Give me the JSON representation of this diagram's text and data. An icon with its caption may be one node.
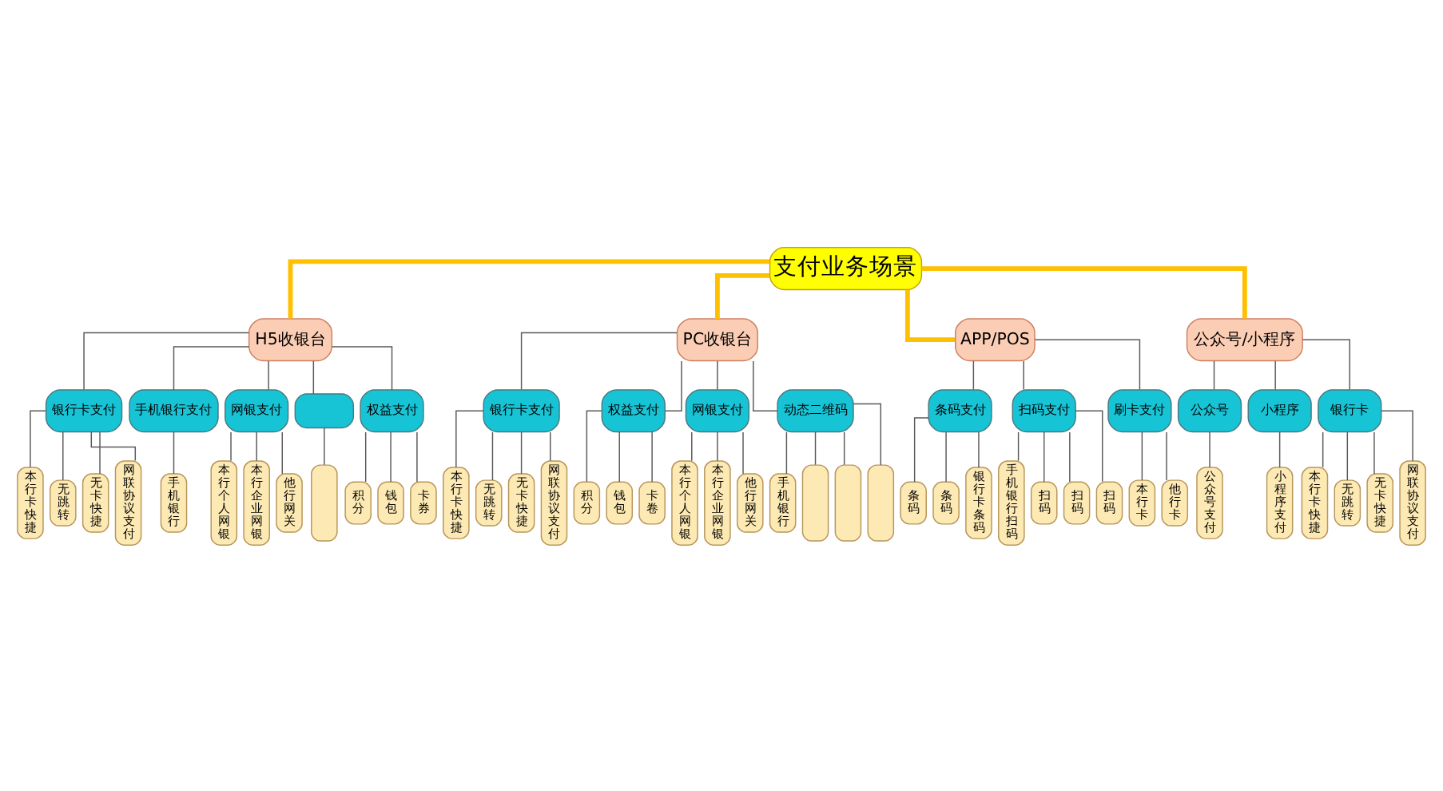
{
  "diagram": {
    "nodes": [
      {
        "text": [
          "支付业务场景"
        ]
      },
      {
        "text": [
          "H5收银台"
        ]
      },
      {
        "text": [
          "银行卡支付"
        ]
      },
      {
        "text": [
          "手机银行支付"
        ]
      },
      {
        "text": [
          "网银支付"
        ]
      },
      {
        "text": [],
        "shape": "box"
      },
      {
        "text": [
          "权益支付"
        ]
      },
      {
        "text": [
          "本行卡快捷"
        ]
      },
      {
        "text": [
          "无跳转"
        ]
      },
      {
        "text": [
          "无卡快捷"
        ]
      },
      {
        "text": [
          "网联协议支付"
        ]
      },
      {
        "text": [
          "手机银行"
        ]
      },
      {
        "text": [
          "本行个人网银"
        ]
      },
      {
        "text": [
          "本行企业网银"
        ]
      },
      {
        "text": [
          "他行网关"
        ]
      },
      {
        "text": [],
        "shape": "box"
      },
      {
        "text": [
          "积分"
        ]
      },
      {
        "text": [
          "钱包"
        ]
      },
      {
        "text": [
          "卡券"
        ]
      },
      {
        "text": [
          "PC收银台"
        ]
      },
      {
        "text": [
          "银行卡支付"
        ]
      },
      {
        "text": [
          "权益支付"
        ]
      },
      {
        "text": [
          "网银支付"
        ]
      },
      {
        "text": [
          "动态二维码"
        ]
      },
      {
        "text": [
          "本行卡快捷"
        ]
      },
      {
        "text": [
          "无跳转"
        ]
      },
      {
        "text": [
          "无卡快捷"
        ]
      },
      {
        "text": [
          "网联协议支付"
        ]
      },
      {
        "text": [
          "积分"
        ]
      },
      {
        "text": [
          "钱包"
        ]
      },
      {
        "text": [
          "卡卷"
        ]
      },
      {
        "text": [
          "本行个人网银"
        ]
      },
      {
        "text": [
          "本行企业网银"
        ]
      },
      {
        "text": [
          "他行网关"
        ]
      },
      {
        "text": [
          "手机银行"
        ]
      },
      {
        "text": [],
        "shape": "box"
      },
      {
        "text": [],
        "shape": "box"
      },
      {
        "text": [],
        "shape": "box"
      },
      {
        "text": [
          "APP/POS"
        ]
      },
      {
        "text": [
          "条码支付"
        ]
      },
      {
        "text": [
          "扫码支付"
        ]
      },
      {
        "text": [
          "刷卡支付"
        ]
      },
      {
        "text": [
          "条码"
        ]
      },
      {
        "text": [
          "条码"
        ]
      },
      {
        "text": [
          "银行卡条码"
        ]
      },
      {
        "text": [
          "手机银行扫码"
        ]
      },
      {
        "text": [
          "扫码"
        ]
      },
      {
        "text": [
          "扫码"
        ]
      },
      {
        "text": [
          "扫码"
        ]
      },
      {
        "text": [
          "本行卡"
        ]
      },
      {
        "text": [
          "他行卡"
        ]
      },
      {
        "text": [
          "公众号/小程序"
        ]
      },
      {
        "text": [
          "公众号"
        ]
      },
      {
        "text": [
          "小程序"
        ]
      },
      {
        "text": [
          "银行卡"
        ]
      },
      {
        "text": [
          "公众号支付"
        ]
      },
      {
        "text": [
          "小程序支付"
        ]
      },
      {
        "text": [
          "本行卡快捷"
        ]
      },
      {
        "text": [
          "无跳转"
        ]
      },
      {
        "text": [
          "无卡快捷"
        ]
      },
      {
        "text": [
          "网联协议支付"
        ]
      }
    ],
    "edges": [
      {
        "from": 0,
        "to": 1,
        "arrow": "none",
        "style": "thick",
        "color": "#ffc000"
      },
      {
        "from": 0,
        "to": 19,
        "arrow": "none",
        "style": "thick",
        "color": "#ffc000"
      },
      {
        "from": 0,
        "to": 38,
        "arrow": "none",
        "style": "thick",
        "color": "#ffc000"
      },
      {
        "from": 0,
        "to": 51,
        "arrow": "none",
        "style": "thick",
        "color": "#ffc000"
      },
      {
        "from": 1,
        "to": 2,
        "arrow": "none"
      },
      {
        "from": 1,
        "to": 3,
        "arrow": "none"
      },
      {
        "from": 1,
        "to": 4,
        "arrow": "none"
      },
      {
        "from": 1,
        "to": 5,
        "arrow": "none"
      },
      {
        "from": 1,
        "to": 6,
        "arrow": "none"
      },
      {
        "from": 2,
        "to": 7,
        "arrow": "none"
      },
      {
        "from": 2,
        "to": 8,
        "arrow": "none"
      },
      {
        "from": 2,
        "to": 9,
        "arrow": "none"
      },
      {
        "from": 2,
        "to": 10,
        "arrow": "none"
      },
      {
        "from": 3,
        "to": 11,
        "arrow": "none"
      },
      {
        "from": 4,
        "to": 12,
        "arrow": "none"
      },
      {
        "from": 4,
        "to": 13,
        "arrow": "none"
      },
      {
        "from": 4,
        "to": 14,
        "arrow": "none"
      },
      {
        "from": 5,
        "to": 15,
        "arrow": "none"
      },
      {
        "from": 6,
        "to": 16,
        "arrow": "none"
      },
      {
        "from": 6,
        "to": 17,
        "arrow": "none"
      },
      {
        "from": 6,
        "to": 18,
        "arrow": "none"
      },
      {
        "from": 19,
        "to": 20,
        "arrow": "none"
      },
      {
        "from": 19,
        "to": 21,
        "arrow": "none"
      },
      {
        "from": 19,
        "to": 22,
        "arrow": "none"
      },
      {
        "from": 19,
        "to": 23,
        "arrow": "none"
      },
      {
        "from": 20,
        "to": 24,
        "arrow": "none"
      },
      {
        "from": 20,
        "to": 25,
        "arrow": "none"
      },
      {
        "from": 20,
        "to": 26,
        "arrow": "none"
      },
      {
        "from": 20,
        "to": 27,
        "arrow": "none"
      },
      {
        "from": 21,
        "to": 28,
        "arrow": "none"
      },
      {
        "from": 21,
        "to": 29,
        "arrow": "none"
      },
      {
        "from": 21,
        "to": 30,
        "arrow": "none"
      },
      {
        "from": 22,
        "to": 31,
        "arrow": "none"
      },
      {
        "from": 22,
        "to": 32,
        "arrow": "none"
      },
      {
        "from": 22,
        "to": 33,
        "arrow": "none"
      },
      {
        "from": 23,
        "to": 34,
        "arrow": "none"
      },
      {
        "from": 23,
        "to": 35,
        "arrow": "none"
      },
      {
        "from": 23,
        "to": 36,
        "arrow": "none"
      },
      {
        "from": 23,
        "to": 37,
        "arrow": "none"
      },
      {
        "from": 38,
        "to": 39,
        "arrow": "none"
      },
      {
        "from": 38,
        "to": 40,
        "arrow": "none"
      },
      {
        "from": 38,
        "to": 41,
        "arrow": "none"
      },
      {
        "from": 39,
        "to": 42,
        "arrow": "none"
      },
      {
        "from": 39,
        "to": 43,
        "arrow": "none"
      },
      {
        "from": 39,
        "to": 44,
        "arrow": "none"
      },
      {
        "from": 40,
        "to": 45,
        "arrow": "none"
      },
      {
        "from": 40,
        "to": 46,
        "arrow": "none"
      },
      {
        "from": 40,
        "to": 47,
        "arrow": "none"
      },
      {
        "from": 40,
        "to": 48,
        "arrow": "none"
      },
      {
        "from": 41,
        "to": 49,
        "arrow": "none"
      },
      {
        "from": 41,
        "to": 50,
        "arrow": "none"
      },
      {
        "from": 51,
        "to": 52,
        "arrow": "none"
      },
      {
        "from": 51,
        "to": 53,
        "arrow": "none"
      },
      {
        "from": 51,
        "to": 54,
        "arrow": "none"
      },
      {
        "from": 52,
        "to": 55,
        "arrow": "none"
      },
      {
        "from": 53,
        "to": 56,
        "arrow": "none"
      },
      {
        "from": 54,
        "to": 57,
        "arrow": "none"
      },
      {
        "from": 54,
        "to": 58,
        "arrow": "none"
      },
      {
        "from": 54,
        "to": 59,
        "arrow": "none"
      },
      {
        "from": 54,
        "to": 60,
        "arrow": "none"
      }
    ]
  }
}
